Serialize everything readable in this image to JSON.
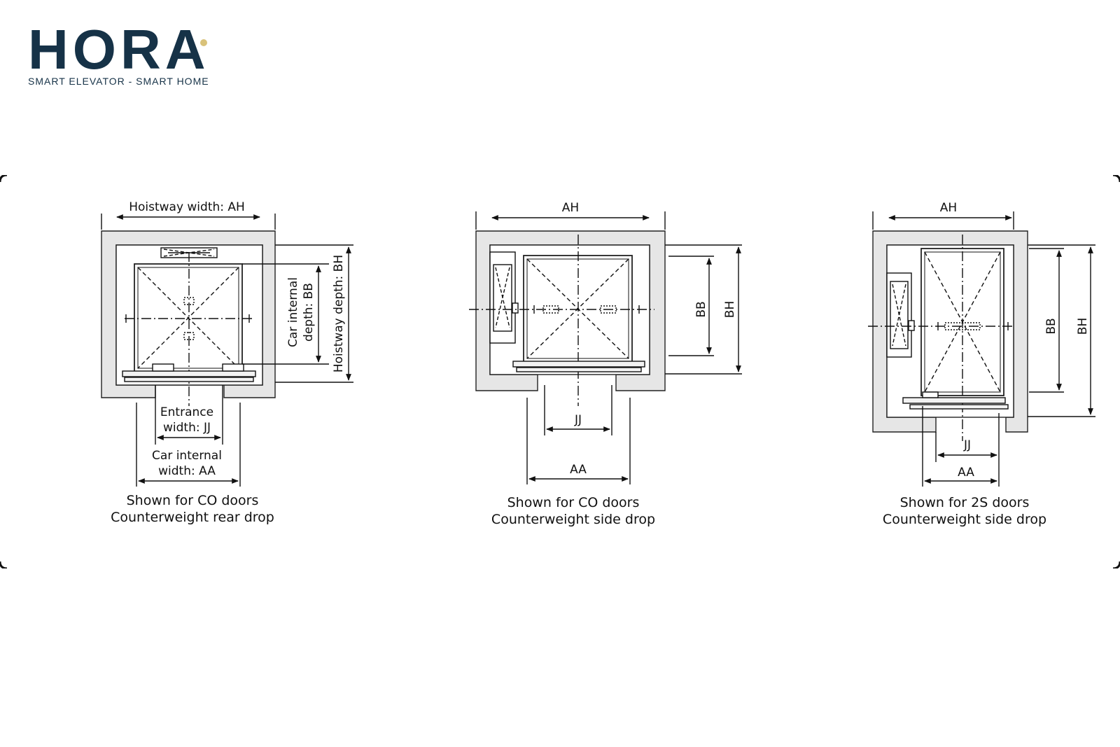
{
  "logo": {
    "brand": "HORA",
    "tagline": "SMART ELEVATOR - SMART HOME",
    "colors": {
      "primary": "#163247",
      "accent": "#d9c27a"
    }
  },
  "diagrams": [
    {
      "labels": {
        "hoistway_width": "Hoistway width: AH",
        "car_depth_line1": "Car internal",
        "car_depth_line2": "depth: BB",
        "hoistway_depth": "Hoistway depth: BH",
        "entrance_line1": "Entrance",
        "entrance_line2": "width: JJ",
        "car_width_line1": "Car internal",
        "car_width_line2": "width: AA"
      },
      "caption_line1": "Shown for CO doors",
      "caption_line2": "Counterweight rear drop"
    },
    {
      "labels": {
        "hoistway_width": "AH",
        "car_depth": "BB",
        "hoistway_depth": "BH",
        "entrance": "JJ",
        "car_width": "AA"
      },
      "caption_line1": "Shown for CO doors",
      "caption_line2": "Counterweight side drop"
    },
    {
      "labels": {
        "hoistway_width": "AH",
        "car_depth": "BB",
        "hoistway_depth": "BH",
        "entrance": "JJ",
        "car_width": "AA"
      },
      "caption_line1": "Shown for 2S doors",
      "caption_line2": "Counterweight side drop"
    }
  ]
}
